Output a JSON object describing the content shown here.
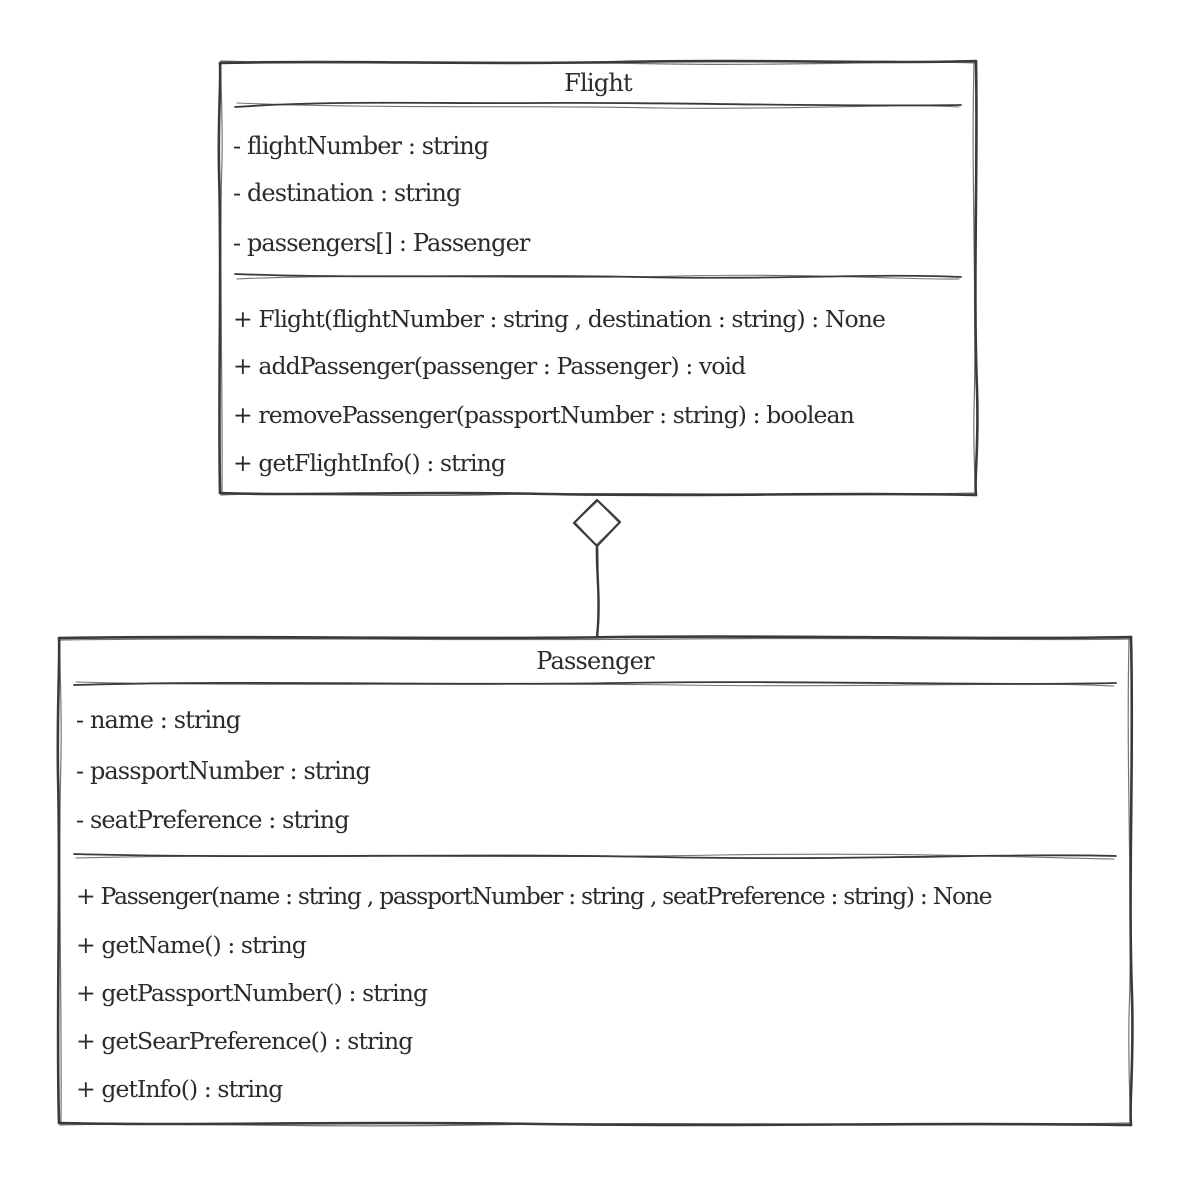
{
  "diagram": {
    "classes": [
      {
        "name": "Flight",
        "attributes": [
          "- flightNumber : string",
          "- destination : string",
          "- passengers[] : Passenger"
        ],
        "operations": [
          "+ Flight(flightNumber : string , destination : string) : None",
          "+ addPassenger(passenger : Passenger) : void",
          "+ removePassenger(passportNumber : string) : boolean",
          "+ getFlightInfo() : string"
        ]
      },
      {
        "name": "Passenger",
        "attributes": [
          "- name : string",
          "- passportNumber : string",
          "- seatPreference : string"
        ],
        "operations": [
          "+ Passenger(name : string , passportNumber : string , seatPreference : string) : None",
          "+ getName() : string",
          "+ getPassportNumber() : string",
          "+ getSearPreference() : string",
          "+ getInfo() : string"
        ]
      }
    ],
    "relationships": [
      {
        "type": "aggregation",
        "whole": "Flight",
        "part": "Passenger"
      }
    ],
    "colors": {
      "stroke": "#3a3a3a",
      "text": "#2b2b2b",
      "background": "#ffffff"
    }
  }
}
